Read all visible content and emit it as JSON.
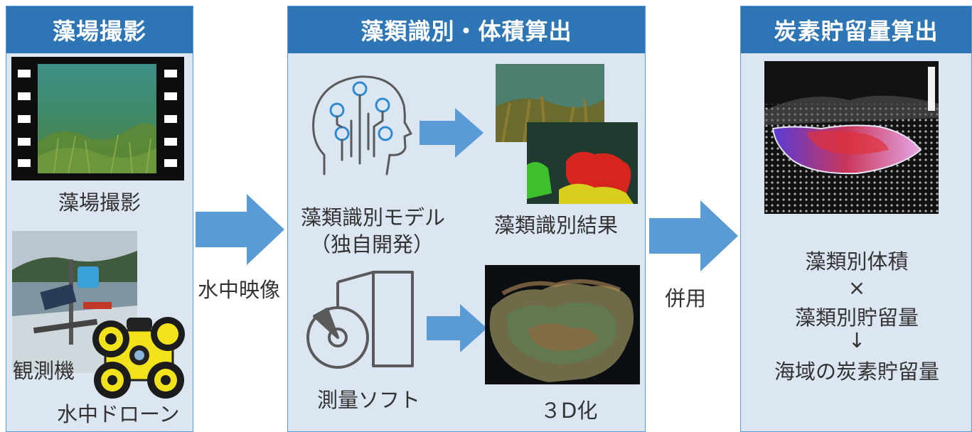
{
  "colors": {
    "header_bg": "#2e75b6",
    "panel_bg": "#dce6f2",
    "panel_border": "#5b9bd5",
    "arrow": "#5b9bd5",
    "text": "#333333"
  },
  "panels": [
    {
      "title": "藻場撮影"
    },
    {
      "title": "藻類識別・体積算出"
    },
    {
      "title": "炭素貯留量算出"
    }
  ],
  "capture": {
    "video_label": "藻場撮影",
    "observer_label": "観測機",
    "drone_label": "水中ドローン"
  },
  "flow": {
    "arrow1_label": "水中映像",
    "arrow2_label": "併用"
  },
  "analysis": {
    "model_label_line1": "藻類識別モデル",
    "model_label_line2": "（独自開発）",
    "result_label": "藻類識別結果",
    "software_label": "測量ソフト",
    "threed_label": "３D化"
  },
  "carbon": {
    "formula": [
      "藻類別体積",
      "×",
      "藻類別貯留量",
      "↓",
      "海域の炭素貯留量"
    ]
  },
  "icons": {
    "film": "film-strip-icon",
    "ai_head": "ai-head-icon",
    "survey": "survey-software-icon"
  }
}
